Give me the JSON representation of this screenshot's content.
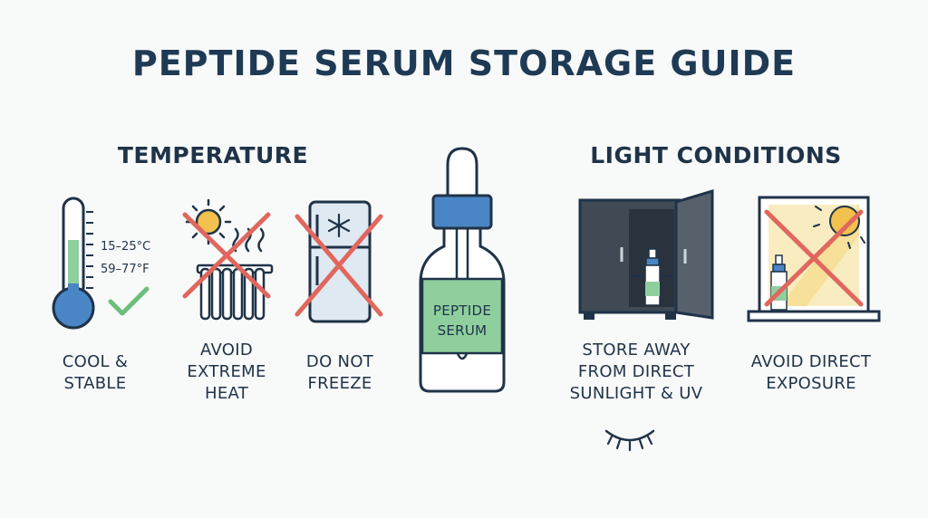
{
  "title": "PEPTIDE SERUM STORAGE GUIDE",
  "sections": {
    "temperature": {
      "heading": "TEMPERATURE"
    },
    "light": {
      "heading": "LIGHT CONDITIONS"
    }
  },
  "thermometer": {
    "celsius": "15–25°C",
    "fahrenheit": "59–77°F",
    "caption": "COOL &\nSTABLE"
  },
  "heat": {
    "caption": "AVOID\nEXTREME\nHEAT"
  },
  "freeze": {
    "caption": "DO NOT\nFREEZE"
  },
  "bottle": {
    "label": "PEPTIDE\nSERUM"
  },
  "cabinet": {
    "caption": "STORE AWAY\nFROM DIRECT\nSUNLIGHT & UV"
  },
  "window": {
    "caption": "AVOID DIRECT\nEXPOSURE"
  },
  "colors": {
    "navy": "#1f3348",
    "blue": "#4a86c5",
    "green": "#8fcf9e",
    "red": "#e0675e",
    "sun": "#f2c14e",
    "check": "#6abf7b"
  }
}
